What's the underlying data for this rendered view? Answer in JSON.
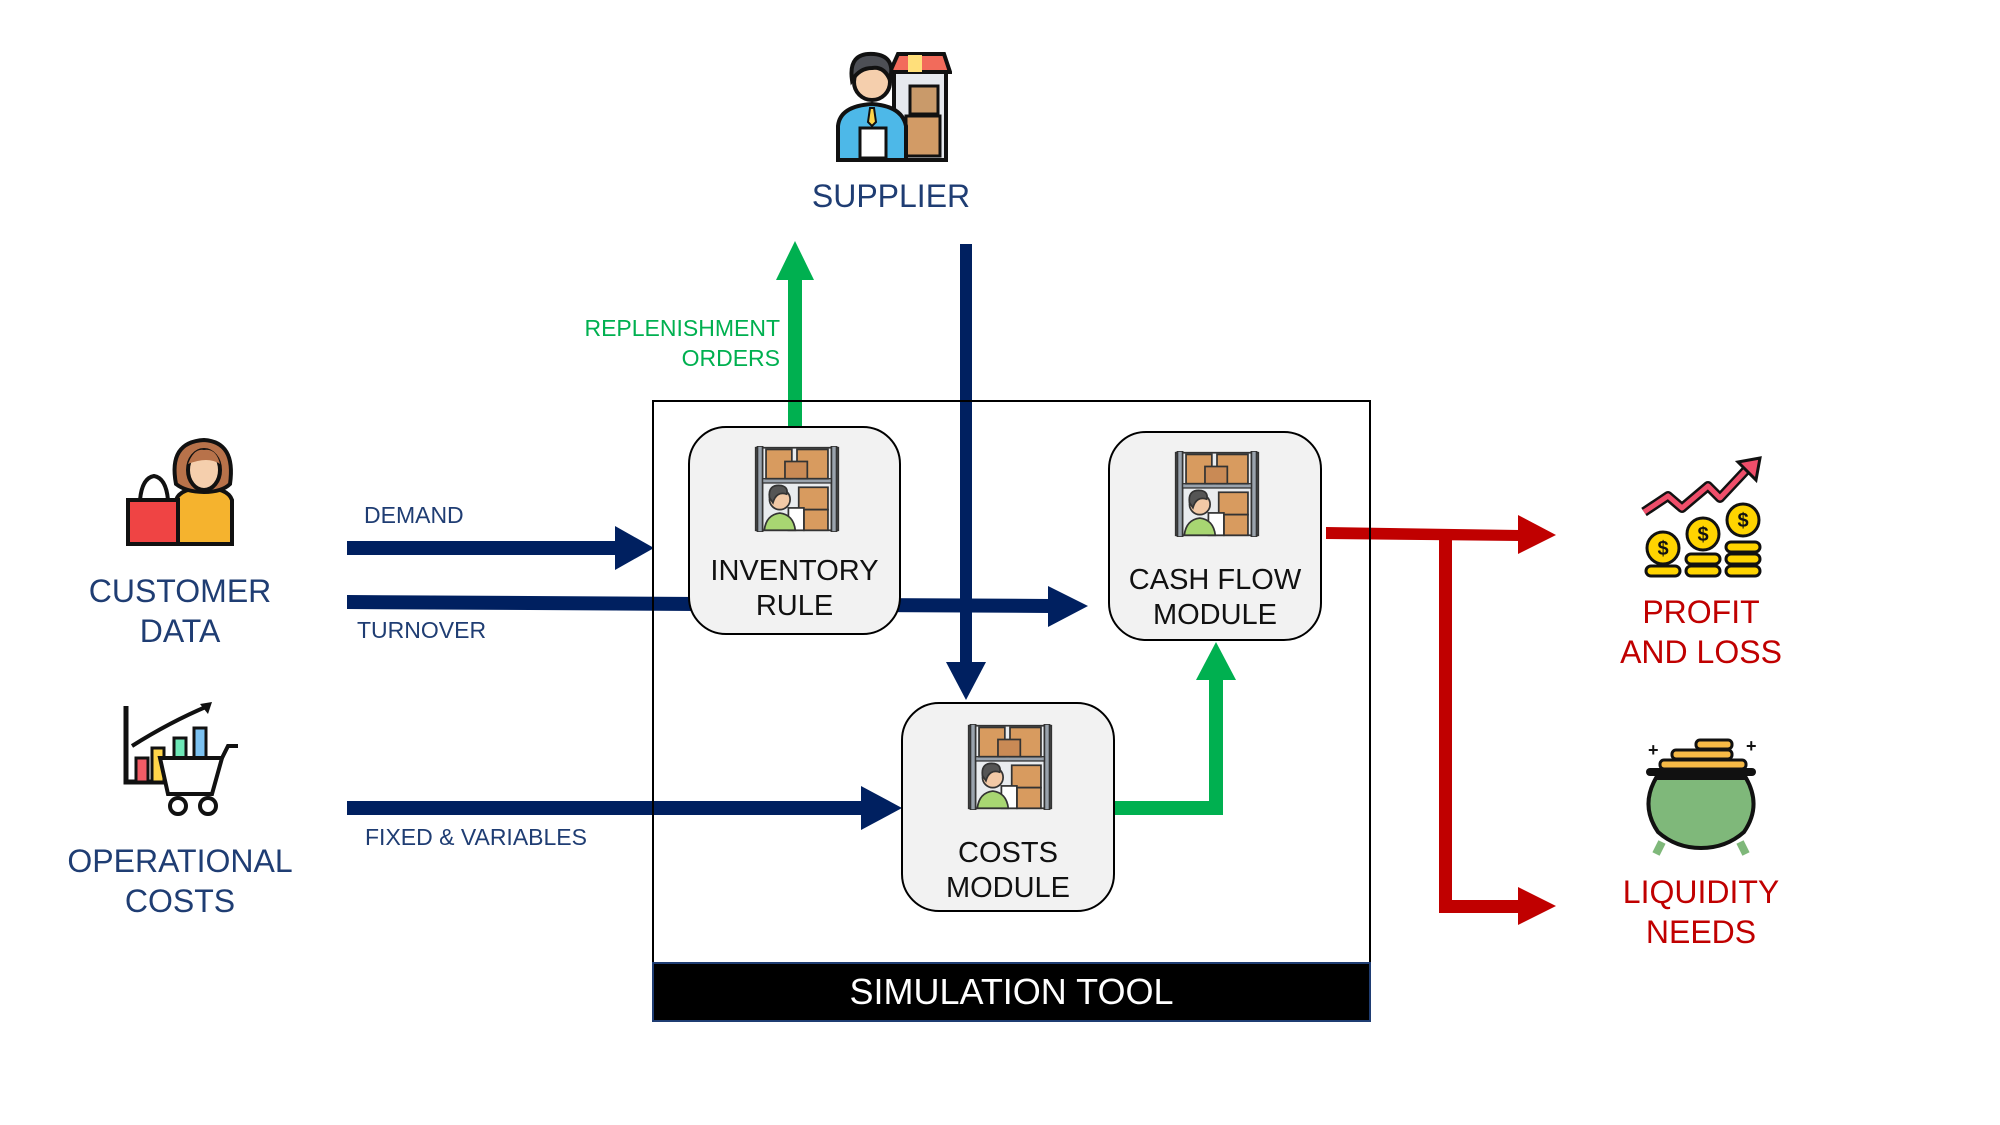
{
  "diagram": {
    "title": "SIMULATION TOOL",
    "colors": {
      "navy": "#002060",
      "green": "#00b050",
      "red": "#c00000",
      "label_navy": "#1f3d73",
      "module_fill": "#f2f2f2"
    },
    "actors": {
      "supplier": {
        "label": "SUPPLIER",
        "icon": "supplier-shop-icon"
      },
      "customer": {
        "line1": "CUSTOMER",
        "line2": "DATA",
        "icon": "shopper-icon"
      },
      "operational": {
        "line1": "OPERATIONAL",
        "line2": "COSTS",
        "icon": "chart-cart-icon"
      }
    },
    "outputs": {
      "profit": {
        "line1": "PROFIT",
        "line2": "AND LOSS",
        "icon": "rising-coins-icon"
      },
      "liquidity": {
        "line1": "LIQUIDITY",
        "line2": "NEEDS",
        "icon": "pot-of-gold-icon"
      }
    },
    "modules": {
      "inventory": {
        "line1": "INVENTORY",
        "line2": "RULE",
        "icon": "warehouse-worker-icon"
      },
      "cashflow": {
        "line1": "CASH FLOW",
        "line2": "MODULE",
        "icon": "warehouse-worker-icon"
      },
      "costs": {
        "line1": "COSTS",
        "line2": "MODULE",
        "icon": "warehouse-worker-icon"
      }
    },
    "flows": {
      "demand": "DEMAND",
      "turnover": "TURNOVER",
      "fixed_variables": "FIXED & VARIABLES",
      "replenishment_line1": "REPLENISHMENT",
      "replenishment_line2": "ORDERS"
    }
  }
}
